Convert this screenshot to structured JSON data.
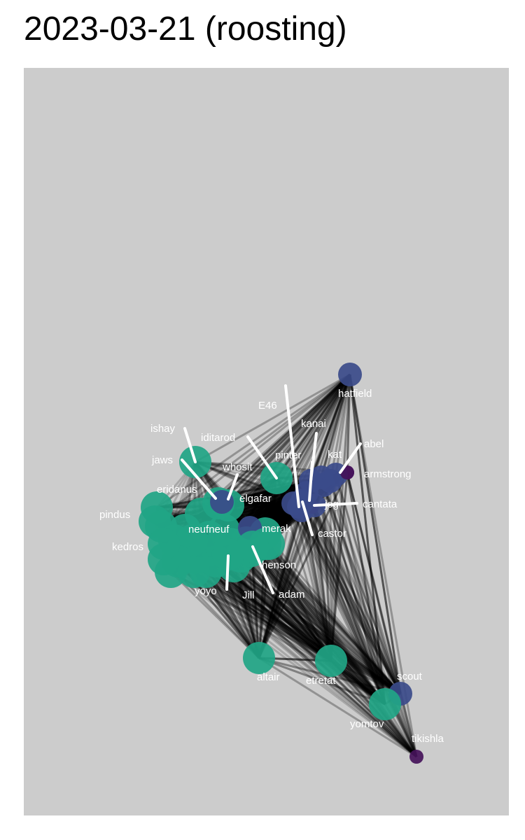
{
  "title": "2023-03-21 (roosting)",
  "colors": {
    "panel_background": "#cccccc",
    "edge": "#000000",
    "label": "#ffffff",
    "group_green": "#21a585",
    "group_blue": "#3b4b8a",
    "group_purple": "#45125a"
  },
  "nodes": [
    {
      "name": "hatfield",
      "group": "blue"
    },
    {
      "name": "E46",
      "group": "blue"
    },
    {
      "name": "kanai",
      "group": "blue"
    },
    {
      "name": "abel",
      "group": "purple"
    },
    {
      "name": "iditarod",
      "group": "green"
    },
    {
      "name": "ishay",
      "group": "green"
    },
    {
      "name": "pinter",
      "group": "blue"
    },
    {
      "name": "kat",
      "group": "blue"
    },
    {
      "name": "armstrong",
      "group": "purple"
    },
    {
      "name": "jaws",
      "group": "green"
    },
    {
      "name": "whosit",
      "group": "green"
    },
    {
      "name": "eridanus",
      "group": "green"
    },
    {
      "name": "elgafar",
      "group": "blue"
    },
    {
      "name": "jog",
      "group": "purple"
    },
    {
      "name": "cantata",
      "group": "blue"
    },
    {
      "name": "pindus",
      "group": "green"
    },
    {
      "name": "neufneuf",
      "group": "green"
    },
    {
      "name": "merak",
      "group": "blue"
    },
    {
      "name": "castor",
      "group": "blue"
    },
    {
      "name": "kedros",
      "group": "green"
    },
    {
      "name": "henson",
      "group": "green"
    },
    {
      "name": "yoyo",
      "group": "green"
    },
    {
      "name": "Jill",
      "group": "green"
    },
    {
      "name": "adam",
      "group": "green"
    },
    {
      "name": "altair",
      "group": "green"
    },
    {
      "name": "etretat",
      "group": "green"
    },
    {
      "name": "scout",
      "group": "blue"
    },
    {
      "name": "yomtov",
      "group": "green"
    },
    {
      "name": "tikishla",
      "group": "purple"
    }
  ]
}
